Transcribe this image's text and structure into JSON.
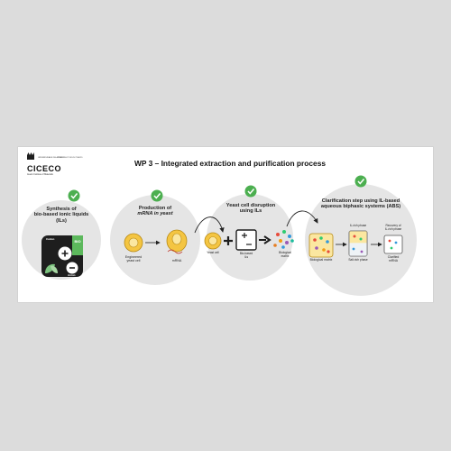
{
  "header": {
    "university": "UNIVERSIDADE DE AVEIRO",
    "university_tagline": "THEORIA POIESIS PRAXIS",
    "lab_name": "CICECO",
    "lab_subtitle": "Aveiro Institute of Materials",
    "title": "WP 3 – Integrated extraction and purification process"
  },
  "steps": [
    {
      "title_line1": "Synthesis of",
      "title_line2": "bio-based ionic liquids",
      "title_line3": "(ILs)",
      "badge": "BIO",
      "cation_label": "Cation",
      "anion_label": "Anion"
    },
    {
      "title_line1": "Production of",
      "title_line2": "mRNA in yeast",
      "cell_label_line1": "Engineered",
      "cell_label_line2": "yeast cell",
      "output_label": "mRNA"
    },
    {
      "title_line1": "Yeast cell disruption",
      "title_line2": "using ILs",
      "cell_label": "Yeast cell",
      "il_label_line1": "Bio-based",
      "il_label_line2": "ILs",
      "matrix_label_line1": "Biological",
      "matrix_label_line2": "matrix"
    },
    {
      "title_line1": "Clarification step using IL-based",
      "title_line2": "aqueous biphasic systems (ABS)",
      "matrix_label": "Biological matrix",
      "top_phase_label": "IL-rich phase",
      "bottom_phase_label": "Salt-rich phase",
      "recovery_line1": "Recovery of",
      "recovery_line2": "IL-rich phase",
      "clarified_line1": "Clarified",
      "clarified_line2": "mRNA"
    }
  ],
  "colors": {
    "check": "#4caf50",
    "panel": "#e5e5e5",
    "dark": "#1e1e1e",
    "yeast": "#f4c542",
    "badge": "#5cb85c"
  },
  "icons": [
    "check-badge-icon",
    "plus-icon",
    "minus-icon",
    "leaf-icon",
    "arrow-right-icon",
    "curved-arrow-icon",
    "test-tube-icon",
    "flask-icon"
  ]
}
